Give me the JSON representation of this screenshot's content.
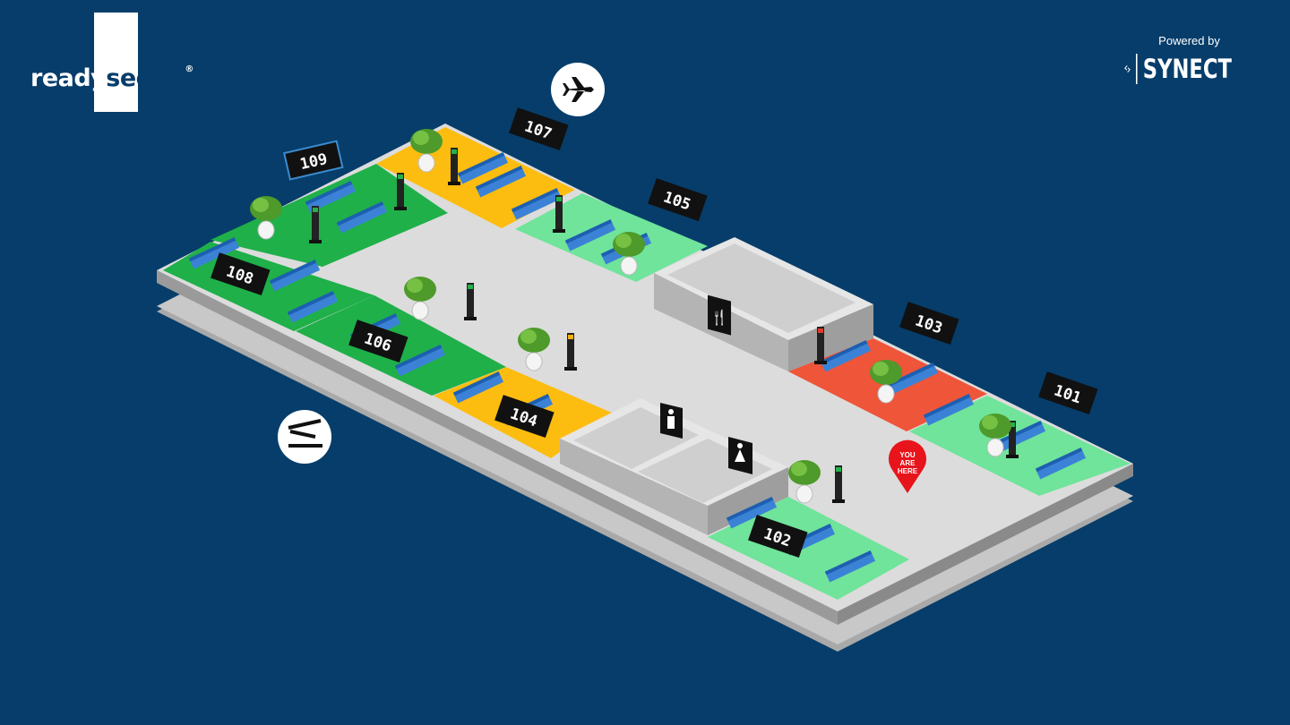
{
  "logo": {
    "part1": "ready",
    "part2": "seego",
    "registered": "®"
  },
  "powered_by": {
    "label": "Powered by",
    "brand": "SYNECT"
  },
  "gates": [
    {
      "id": "109",
      "color": "#1fb04a"
    },
    {
      "id": "107",
      "color": "#fdbd10"
    },
    {
      "id": "105",
      "color": "#6fe49a"
    },
    {
      "id": "108",
      "color": "#1fb04a"
    },
    {
      "id": "106",
      "color": "#1fb04a"
    },
    {
      "id": "104",
      "color": "#fdbd10"
    },
    {
      "id": "103",
      "color": "#ee5539"
    },
    {
      "id": "101",
      "color": "#6fe49a"
    },
    {
      "id": "102",
      "color": "#6fe49a"
    }
  ],
  "you_are_here": {
    "line1": "YOU",
    "line2": "ARE",
    "line3": "HERE",
    "color": "#e8141c"
  },
  "icons": [
    "arrivals-plane-icon",
    "departures-icon",
    "restaurant-icon",
    "mens-restroom-icon",
    "womens-restroom-icon"
  ]
}
